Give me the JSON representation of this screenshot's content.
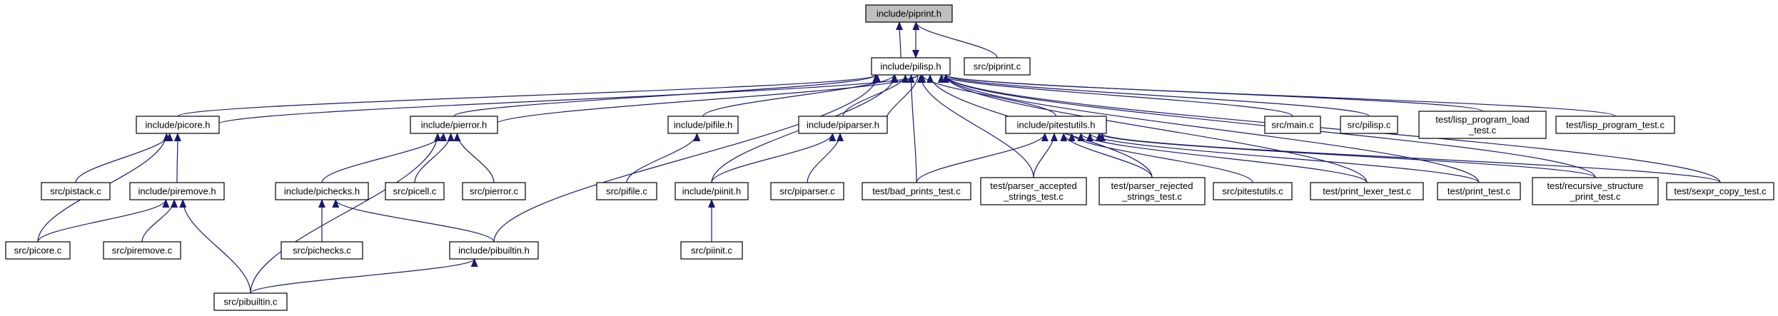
{
  "colors": {
    "edge": "#191970",
    "node_fill": "#ffffff",
    "root_fill": "#bfbfbf",
    "border": "#000000"
  },
  "nodes": [
    {
      "id": "piprint_h",
      "lines": [
        "include/piprint.h"
      ],
      "root": true
    },
    {
      "id": "pilisp_h",
      "lines": [
        "include/pilisp.h"
      ]
    },
    {
      "id": "piprint_c",
      "lines": [
        "src/piprint.c"
      ]
    },
    {
      "id": "picore_h",
      "lines": [
        "include/picore.h"
      ]
    },
    {
      "id": "pierror_h",
      "lines": [
        "include/pierror.h"
      ]
    },
    {
      "id": "pifile_h",
      "lines": [
        "include/pifile.h"
      ]
    },
    {
      "id": "piparser_h",
      "lines": [
        "include/piparser.h"
      ]
    },
    {
      "id": "pitestutils_h",
      "lines": [
        "include/pitestutils.h"
      ]
    },
    {
      "id": "main_c",
      "lines": [
        "src/main.c"
      ]
    },
    {
      "id": "pilisp_c",
      "lines": [
        "src/pilisp.c"
      ]
    },
    {
      "id": "lisp_program_load_test_c",
      "lines": [
        "test/lisp_program_load",
        "_test.c"
      ]
    },
    {
      "id": "lisp_program_test_c",
      "lines": [
        "test/lisp_program_test.c"
      ]
    },
    {
      "id": "pistack_c",
      "lines": [
        "src/pistack.c"
      ]
    },
    {
      "id": "piremove_h",
      "lines": [
        "include/piremove.h"
      ]
    },
    {
      "id": "pichecks_h",
      "lines": [
        "include/pichecks.h"
      ]
    },
    {
      "id": "picell_c",
      "lines": [
        "src/picell.c"
      ]
    },
    {
      "id": "pierror_c",
      "lines": [
        "src/pierror.c"
      ]
    },
    {
      "id": "pifile_c",
      "lines": [
        "src/pifile.c"
      ]
    },
    {
      "id": "piinit_h",
      "lines": [
        "include/piinit.h"
      ]
    },
    {
      "id": "piparser_c",
      "lines": [
        "src/piparser.c"
      ]
    },
    {
      "id": "bad_prints_test_c",
      "lines": [
        "test/bad_prints_test.c"
      ]
    },
    {
      "id": "parser_accepted_strings_test_c",
      "lines": [
        "test/parser_accepted",
        "_strings_test.c"
      ]
    },
    {
      "id": "parser_rejected_strings_test_c",
      "lines": [
        "test/parser_rejected",
        "_strings_test.c"
      ]
    },
    {
      "id": "pitestutils_c",
      "lines": [
        "src/pitestutils.c"
      ]
    },
    {
      "id": "print_lexer_test_c",
      "lines": [
        "test/print_lexer_test.c"
      ]
    },
    {
      "id": "print_test_c",
      "lines": [
        "test/print_test.c"
      ]
    },
    {
      "id": "recursive_structure_print_test_c",
      "lines": [
        "test/recursive_structure",
        "_print_test.c"
      ]
    },
    {
      "id": "sexpr_copy_test_c",
      "lines": [
        "test/sexpr_copy_test.c"
      ]
    },
    {
      "id": "picore_c",
      "lines": [
        "src/picore.c"
      ]
    },
    {
      "id": "piremove_c",
      "lines": [
        "src/piremove.c"
      ]
    },
    {
      "id": "pichecks_c",
      "lines": [
        "src/pichecks.c"
      ]
    },
    {
      "id": "pibuiltin_h",
      "lines": [
        "include/pibuiltin.h"
      ]
    },
    {
      "id": "piinit_c",
      "lines": [
        "src/piinit.c"
      ]
    },
    {
      "id": "pibuiltin_c",
      "lines": [
        "src/pibuiltin.c"
      ]
    }
  ],
  "edges": [
    [
      "pilisp_h",
      "piprint_h"
    ],
    [
      "piprint_h",
      "pilisp_h"
    ],
    [
      "piprint_c",
      "piprint_h"
    ],
    [
      "picore_h",
      "pilisp_h"
    ],
    [
      "pierror_h",
      "pilisp_h"
    ],
    [
      "pifile_h",
      "pilisp_h"
    ],
    [
      "piparser_h",
      "pilisp_h"
    ],
    [
      "pitestutils_h",
      "pilisp_h"
    ],
    [
      "main_c",
      "pilisp_h"
    ],
    [
      "pilisp_c",
      "pilisp_h"
    ],
    [
      "lisp_program_load_test_c",
      "pilisp_h"
    ],
    [
      "lisp_program_test_c",
      "pilisp_h"
    ],
    [
      "bad_prints_test_c",
      "pilisp_h"
    ],
    [
      "parser_accepted_strings_test_c",
      "pilisp_h"
    ],
    [
      "parser_rejected_strings_test_c",
      "pilisp_h"
    ],
    [
      "print_lexer_test_c",
      "pilisp_h"
    ],
    [
      "print_test_c",
      "pilisp_h"
    ],
    [
      "recursive_structure_print_test_c",
      "pilisp_h"
    ],
    [
      "sexpr_copy_test_c",
      "pilisp_h"
    ],
    [
      "piinit_h",
      "pilisp_h"
    ],
    [
      "pibuiltin_h",
      "pilisp_h"
    ],
    [
      "pilisp_h",
      "picore_h"
    ],
    [
      "pilisp_h",
      "pierror_h"
    ],
    [
      "pilisp_h",
      "piparser_h"
    ],
    [
      "pistack_c",
      "picore_h"
    ],
    [
      "piremove_h",
      "picore_h"
    ],
    [
      "picore_c",
      "picore_h"
    ],
    [
      "pichecks_h",
      "pierror_h"
    ],
    [
      "picell_c",
      "pierror_h"
    ],
    [
      "pierror_c",
      "pierror_h"
    ],
    [
      "pibuiltin_c",
      "pierror_h"
    ],
    [
      "pifile_c",
      "pifile_h"
    ],
    [
      "piinit_h",
      "piparser_h"
    ],
    [
      "piparser_c",
      "piparser_h"
    ],
    [
      "bad_prints_test_c",
      "pitestutils_h"
    ],
    [
      "parser_accepted_strings_test_c",
      "pitestutils_h"
    ],
    [
      "parser_rejected_strings_test_c",
      "pitestutils_h"
    ],
    [
      "pitestutils_c",
      "pitestutils_h"
    ],
    [
      "print_lexer_test_c",
      "pitestutils_h"
    ],
    [
      "print_test_c",
      "pitestutils_h"
    ],
    [
      "recursive_structure_print_test_c",
      "pitestutils_h"
    ],
    [
      "sexpr_copy_test_c",
      "pitestutils_h"
    ],
    [
      "picore_c",
      "piremove_h"
    ],
    [
      "piremove_c",
      "piremove_h"
    ],
    [
      "pibuiltin_c",
      "piremove_h"
    ],
    [
      "pichecks_c",
      "pichecks_h"
    ],
    [
      "pibuiltin_h",
      "pichecks_h"
    ],
    [
      "piinit_c",
      "piinit_h"
    ],
    [
      "pibuiltin_c",
      "pibuiltin_h"
    ]
  ]
}
